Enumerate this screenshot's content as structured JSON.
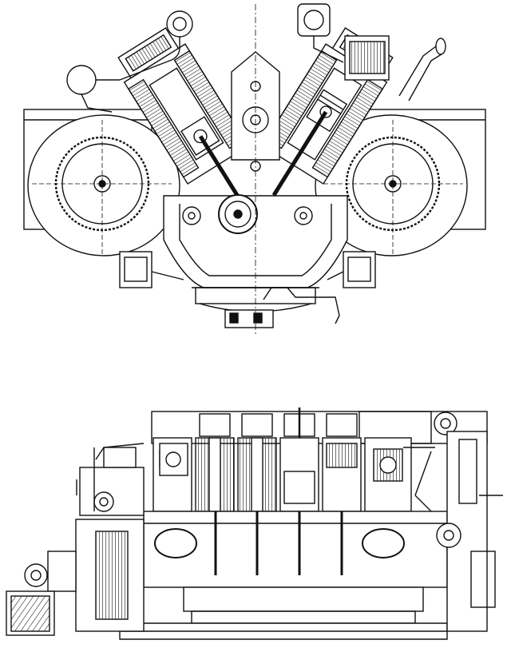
{
  "figure": {
    "views": [
      {
        "id": "front",
        "kind": "cross-section",
        "description_shown": ""
      },
      {
        "id": "side",
        "kind": "longitudinal-section",
        "description_shown": ""
      }
    ],
    "colors": {
      "ink": "#111111",
      "paper": "#ffffff",
      "grey": "#555555"
    },
    "side_view_cylinders": 6,
    "icons": [
      "engine-cross-section-drawing",
      "engine-side-section-drawing"
    ]
  }
}
